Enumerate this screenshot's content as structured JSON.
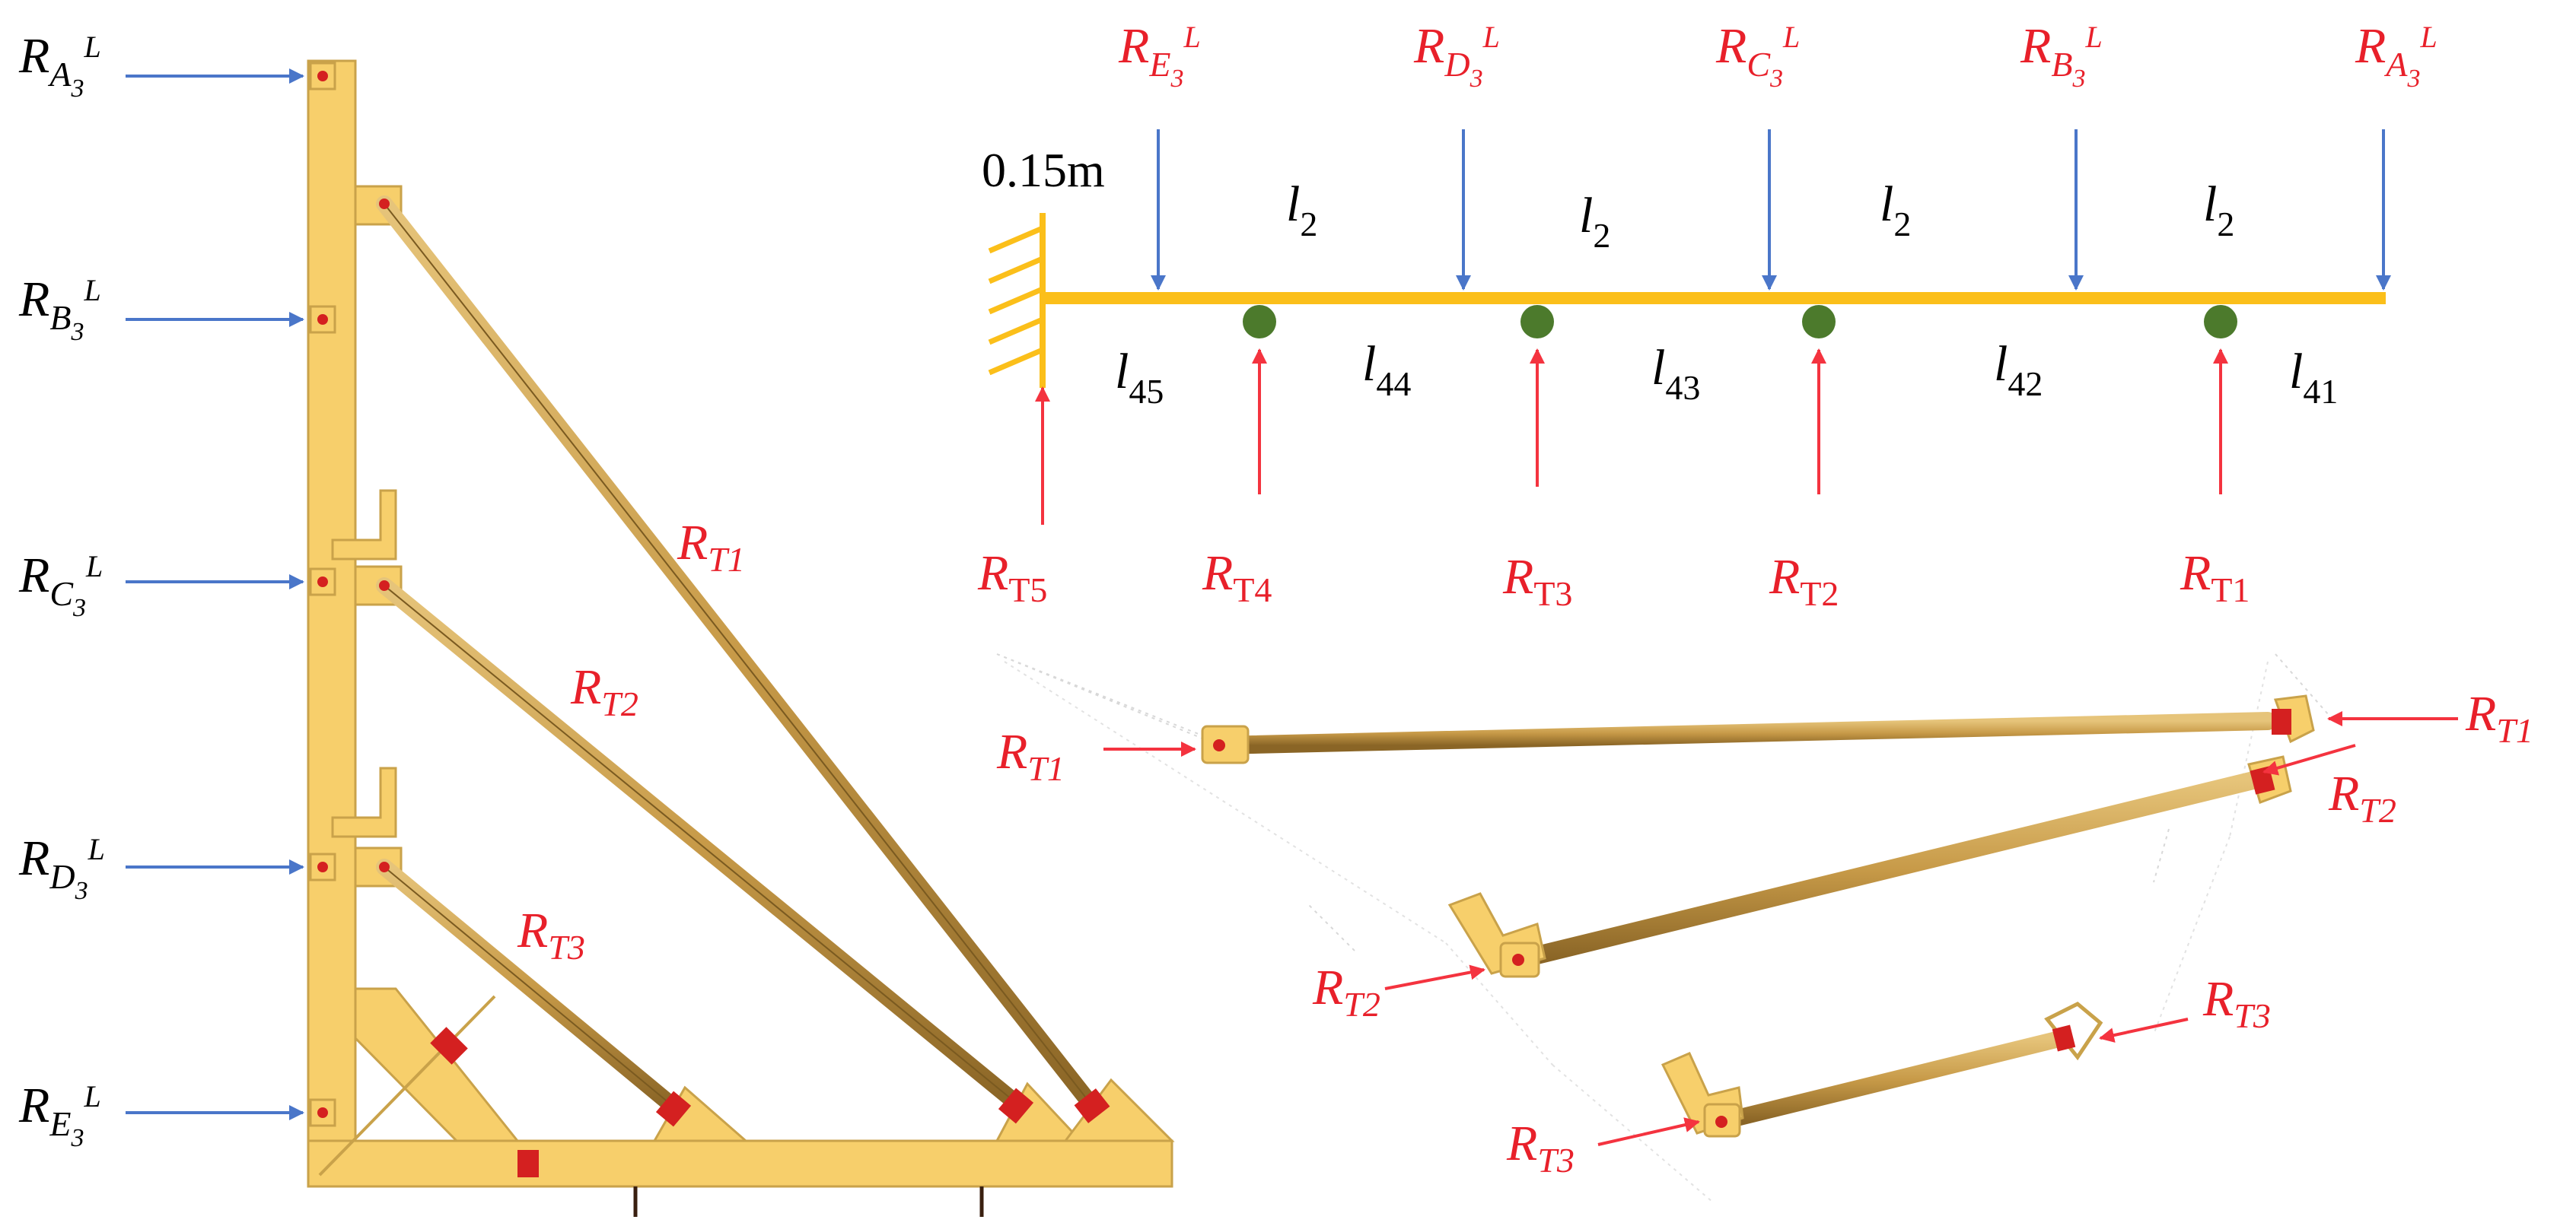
{
  "colors": {
    "frame": "#f7cf6b",
    "frame_edge": "#c9a24a",
    "beam": "#fbbf1a",
    "rod": "#c8a25a",
    "rod_edge": "#7a5a20",
    "support_blue": "#4a76c9",
    "force_red": "#f4333f",
    "label_red": "#e8202a",
    "node_green": "#4c7a2c",
    "pin_red": "#d42020"
  },
  "left_frame": {
    "wall_reactions": [
      {
        "base": "R",
        "sub": "A",
        "subsub": "3",
        "sup": "L"
      },
      {
        "base": "R",
        "sub": "B",
        "subsub": "3",
        "sup": "L"
      },
      {
        "base": "R",
        "sub": "C",
        "subsub": "3",
        "sup": "L"
      },
      {
        "base": "R",
        "sub": "D",
        "subsub": "3",
        "sup": "L"
      },
      {
        "base": "R",
        "sub": "E",
        "subsub": "3",
        "sup": "L"
      }
    ],
    "rod_labels": [
      {
        "base": "R",
        "sub": "T1"
      },
      {
        "base": "R",
        "sub": "T2"
      },
      {
        "base": "R",
        "sub": "T3"
      }
    ]
  },
  "beam_model": {
    "support_length": "0.15m",
    "top_loads": [
      {
        "base": "R",
        "sub": "E",
        "subsub": "3",
        "sup": "L"
      },
      {
        "base": "R",
        "sub": "D",
        "subsub": "3",
        "sup": "L"
      },
      {
        "base": "R",
        "sub": "C",
        "subsub": "3",
        "sup": "L"
      },
      {
        "base": "R",
        "sub": "B",
        "subsub": "3",
        "sup": "L"
      },
      {
        "base": "R",
        "sub": "A",
        "subsub": "3",
        "sup": "L"
      }
    ],
    "upper_spans": [
      {
        "base": "l",
        "sub": "2"
      },
      {
        "base": "l",
        "sub": "2"
      },
      {
        "base": "l",
        "sub": "2"
      },
      {
        "base": "l",
        "sub": "2"
      }
    ],
    "lower_spans": [
      {
        "base": "l",
        "sub": "45"
      },
      {
        "base": "l",
        "sub": "44"
      },
      {
        "base": "l",
        "sub": "43"
      },
      {
        "base": "l",
        "sub": "42"
      },
      {
        "base": "l",
        "sub": "41"
      }
    ],
    "bottom_reactions": [
      {
        "base": "R",
        "sub": "T5"
      },
      {
        "base": "R",
        "sub": "T4"
      },
      {
        "base": "R",
        "sub": "T3"
      },
      {
        "base": "R",
        "sub": "T2"
      },
      {
        "base": "R",
        "sub": "T1"
      }
    ]
  },
  "rod_detail": {
    "labels": [
      {
        "base": "R",
        "sub": "T1"
      },
      {
        "base": "R",
        "sub": "T1"
      },
      {
        "base": "R",
        "sub": "T2"
      },
      {
        "base": "R",
        "sub": "T2"
      },
      {
        "base": "R",
        "sub": "T3"
      },
      {
        "base": "R",
        "sub": "T3"
      }
    ]
  }
}
